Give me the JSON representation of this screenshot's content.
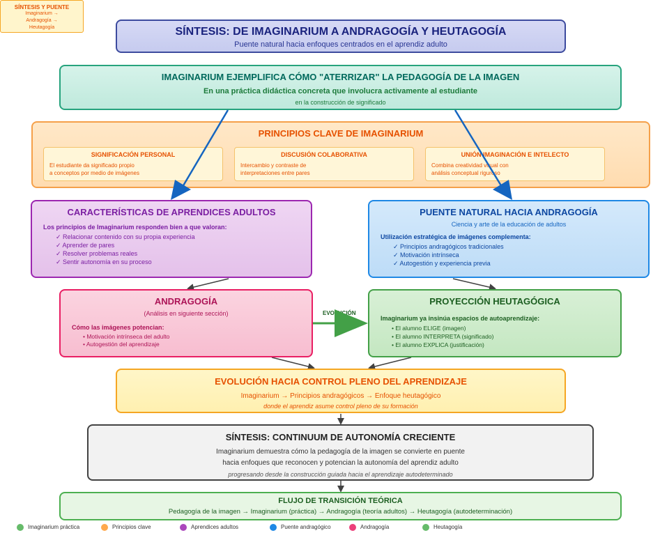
{
  "tag": {
    "title": "SÍNTESIS Y PUENTE",
    "line1": "Imaginarium →",
    "line2": "Andragogía →",
    "line3": "Heutagogía"
  },
  "header": {
    "title": "SÍNTESIS: DE IMAGINARIUM A ANDRAGOGÍA Y HEUTAGOGÍA",
    "subtitle": "Puente natural hacia enfoques centrados en el aprendiz adulto"
  },
  "imaginarium": {
    "title": "IMAGINARIUM EJEMPLIFICA CÓMO \"ATERRIZAR\" LA PEDAGOGÍA DE LA IMAGEN",
    "subtitle": "En una práctica didáctica concreta que involucra activamente al estudiante",
    "note": "en la construcción de significado"
  },
  "principles": {
    "title": "PRINCIPIOS CLAVE DE IMAGINARIUM",
    "cards": [
      {
        "title": "SIGNIFICACIÓN PERSONAL",
        "line1": "El estudiante da significado propio",
        "line2": "a conceptos por medio de imágenes"
      },
      {
        "title": "DISCUSIÓN COLABORATIVA",
        "line1": "Intercambio y contraste de",
        "line2": "interpretaciones entre pares"
      },
      {
        "title": "UNIÓN IMAGINACIÓN E INTELECTO",
        "line1": "Combina creatividad visual con",
        "line2": "análisis conceptual riguroso"
      }
    ]
  },
  "adults": {
    "title": "CARACTERÍSTICAS DE APRENDICES ADULTOS",
    "intro": "Los principios de Imaginarium responden bien a que valoran:",
    "items": [
      "✓ Relacionar contenido con su propia experiencia",
      "✓ Aprender de pares",
      "✓ Resolver problemas reales",
      "✓ Sentir autonomía en su proceso"
    ]
  },
  "bridge": {
    "title": "PUENTE NATURAL HACIA ANDRAGOGÍA",
    "subtitle": "Ciencia y arte de la educación de adultos",
    "intro": "Utilización estratégica de imágenes complementa:",
    "items": [
      "✓ Principios andragógicos tradicionales",
      "✓ Motivación intrínseca",
      "✓ Autogestión y experiencia previa"
    ]
  },
  "andragogy": {
    "title": "ANDRAGOGÍA",
    "subtitle": "(Análisis en siguiente sección)",
    "intro": "Cómo las imágenes potencian:",
    "items": [
      "• Motivación intrínseca del adulto",
      "• Autogestión del aprendizaje"
    ]
  },
  "heutagogy": {
    "title": "PROYECCIÓN HEUTAGÓGICA",
    "intro": "Imaginarium ya insinúa espacios de autoaprendizaje:",
    "items": [
      "• El alumno ELIGE (imagen)",
      "• El alumno INTERPRETA (significado)",
      "• El alumno EXPLICA (justificación)"
    ]
  },
  "evolution_label": "EVOLUCIÓN",
  "evolution": {
    "title": "EVOLUCIÓN HACIA CONTROL PLENO DEL APRENDIZAJE",
    "line": "Imaginarium → Principios andragógicos → Enfoque heutagógico",
    "note": "donde el aprendiz asume control pleno de su formación"
  },
  "synthesis": {
    "title": "SÍNTESIS: CONTINUUM DE AUTONOMÍA CRECIENTE",
    "line1": "Imaginarium demuestra cómo la pedagogía de la imagen se convierte en puente",
    "line2": "hacia enfoques que reconocen y potencian la autonomía del aprendiz adulto",
    "note": "progresando desde la construcción guiada hacia el aprendizaje autodeterminado"
  },
  "flow": {
    "title": "FLUJO DE TRANSICIÓN TEÓRICA",
    "line": "Pedagogía de la imagen → Imaginarium (práctica) → Andragogía (teoría adultos) → Heutagogía (autodeterminación)"
  },
  "legend": [
    {
      "label": "Imaginarium práctica",
      "color": "#66bb6a"
    },
    {
      "label": "Principios clave",
      "color": "#ffa94d"
    },
    {
      "label": "Aprendices adultos",
      "color": "#ab47bc"
    },
    {
      "label": "Puente andragógico",
      "color": "#1e88e5"
    },
    {
      "label": "Andragogía",
      "color": "#ec407a"
    },
    {
      "label": "Heutagogía",
      "color": "#66bb6a"
    }
  ]
}
